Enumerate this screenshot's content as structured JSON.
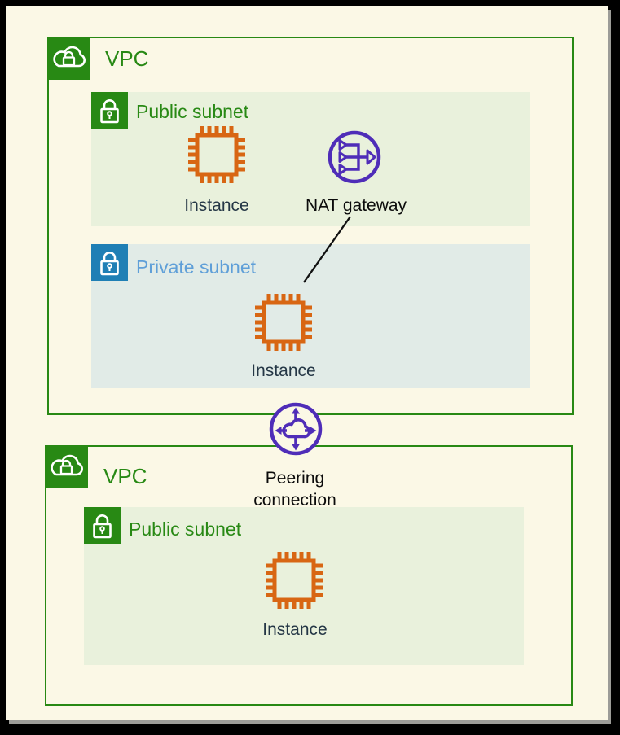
{
  "colors": {
    "frame": "#000000",
    "canvas": "#FBF8E6",
    "edge_shadow": "#9C9C98",
    "vpc_green": "#288914",
    "subnet_green_fill": "#E9F1DC",
    "subnet_blue": "#1F7FB5",
    "private_subnet_fill": "#E1EBE7",
    "private_label_blue": "#5F9FD8",
    "instance_orange": "#D86613",
    "network_purple": "#4F2DB8",
    "dark_label": "#253746",
    "black_label": "#0B0B0B",
    "connector_line": "#111111"
  },
  "vpc_top": {
    "label": "VPC",
    "icon": "vpc-cloud-lock-icon",
    "public_subnet": {
      "label": "Public subnet",
      "icon": "subnet-lock-icon",
      "instance": {
        "label": "Instance",
        "icon": "ec2-instance-icon"
      },
      "nat_gateway": {
        "label": "NAT gateway",
        "icon": "nat-gateway-icon"
      }
    },
    "private_subnet": {
      "label": "Private subnet",
      "icon": "subnet-lock-icon",
      "instance": {
        "label": "Instance",
        "icon": "ec2-instance-icon"
      }
    }
  },
  "peering": {
    "label": "Peering connection",
    "icon": "peering-connection-icon"
  },
  "vpc_bottom": {
    "label": "VPC",
    "icon": "vpc-cloud-lock-icon",
    "public_subnet": {
      "label": "Public subnet",
      "icon": "subnet-lock-icon",
      "instance": {
        "label": "Instance",
        "icon": "ec2-instance-icon"
      }
    }
  },
  "connections": [
    {
      "from": "nat-gateway",
      "to": "vpc-top-private-instance",
      "style": "solid-black-line"
    }
  ]
}
